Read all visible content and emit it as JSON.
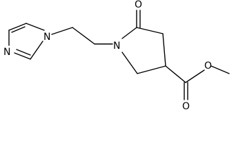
{
  "molecule": {
    "atom_labels": {
      "imidazole_n1": "N",
      "imidazole_n3": "N",
      "lactam_n": "N",
      "lactam_o": "O",
      "ester_o_single": "O",
      "ester_o_double": "O"
    }
  }
}
